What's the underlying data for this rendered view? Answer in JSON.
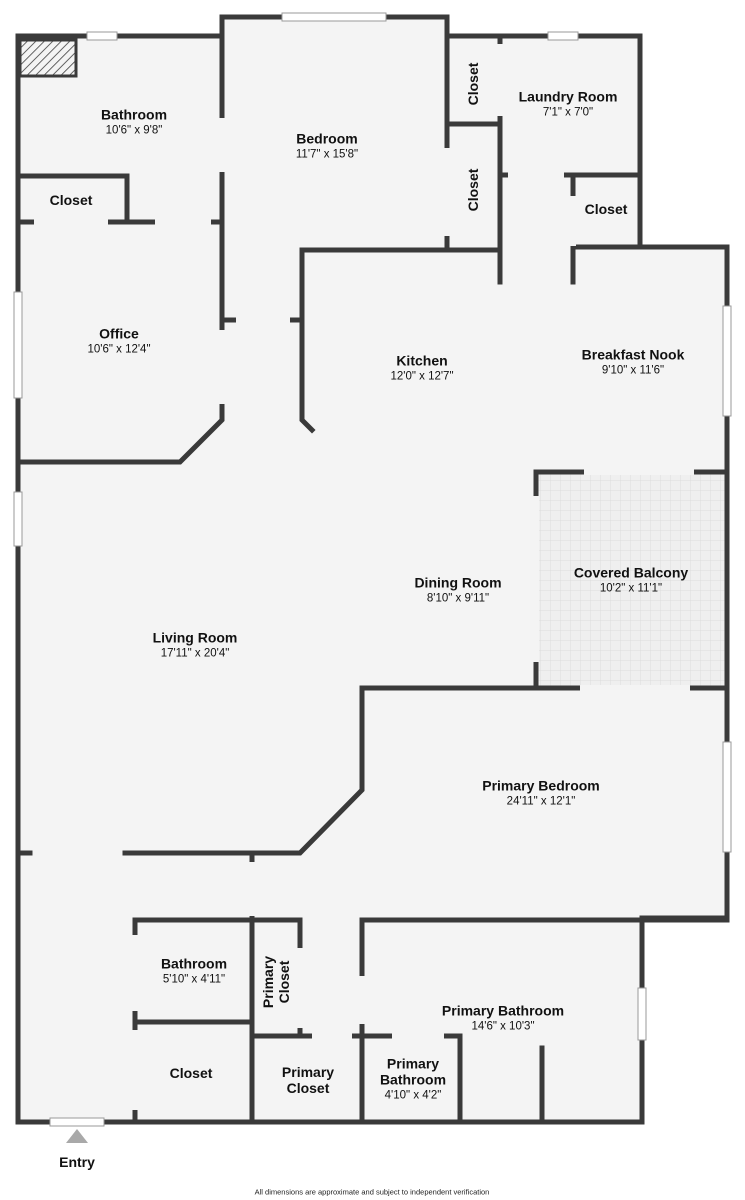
{
  "plan": {
    "rooms": [
      {
        "id": "bathroom-1",
        "name": "Bathroom",
        "dims": "10'6\" x 9'8\""
      },
      {
        "id": "bedroom",
        "name": "Bedroom",
        "dims": "11'7\" x 15'8\""
      },
      {
        "id": "closet-hall-1",
        "name": "Closet",
        "dims": ""
      },
      {
        "id": "closet-hall-2",
        "name": "Closet",
        "dims": ""
      },
      {
        "id": "laundry-room",
        "name": "Laundry Room",
        "dims": "7'1\" x 7'0\""
      },
      {
        "id": "closet-bath",
        "name": "Closet",
        "dims": ""
      },
      {
        "id": "closet-laundry",
        "name": "Closet",
        "dims": ""
      },
      {
        "id": "office",
        "name": "Office",
        "dims": "10'6\" x 12'4\""
      },
      {
        "id": "kitchen",
        "name": "Kitchen",
        "dims": "12'0\" x 12'7\""
      },
      {
        "id": "breakfast-nook",
        "name": "Breakfast Nook",
        "dims": "9'10\" x 11'6\""
      },
      {
        "id": "dining-room",
        "name": "Dining Room",
        "dims": "8'10\" x 9'11\""
      },
      {
        "id": "covered-balcony",
        "name": "Covered Balcony",
        "dims": "10'2\" x 11'1\""
      },
      {
        "id": "living-room",
        "name": "Living Room",
        "dims": "17'11\" x 20'4\""
      },
      {
        "id": "primary-bedroom",
        "name": "Primary Bedroom",
        "dims": "24'11\" x 12'1\""
      },
      {
        "id": "bathroom-2",
        "name": "Bathroom",
        "dims": "5'10\" x 4'11\""
      },
      {
        "id": "primary-closet-vertical",
        "name": "Primary Closet",
        "dims": ""
      },
      {
        "id": "primary-bathroom",
        "name": "Primary Bathroom",
        "dims": "14'6\" x 10'3\""
      },
      {
        "id": "closet-entry",
        "name": "Closet",
        "dims": ""
      },
      {
        "id": "primary-closet",
        "name": "Primary Closet",
        "dims": ""
      },
      {
        "id": "primary-bathroom-small",
        "name": "Primary Bathroom",
        "dims": "4'10\" x 4'2\""
      }
    ],
    "entry_label": "Entry",
    "footnote": "All dimensions are approximate and subject to independent verification",
    "colors": {
      "wall": "#3a3a3a",
      "floor": "#f4f4f4",
      "balcony_tile": "#ececec",
      "window": "#ffffff",
      "entry_marker": "#a9a9a9",
      "background": "#ffffff"
    }
  }
}
